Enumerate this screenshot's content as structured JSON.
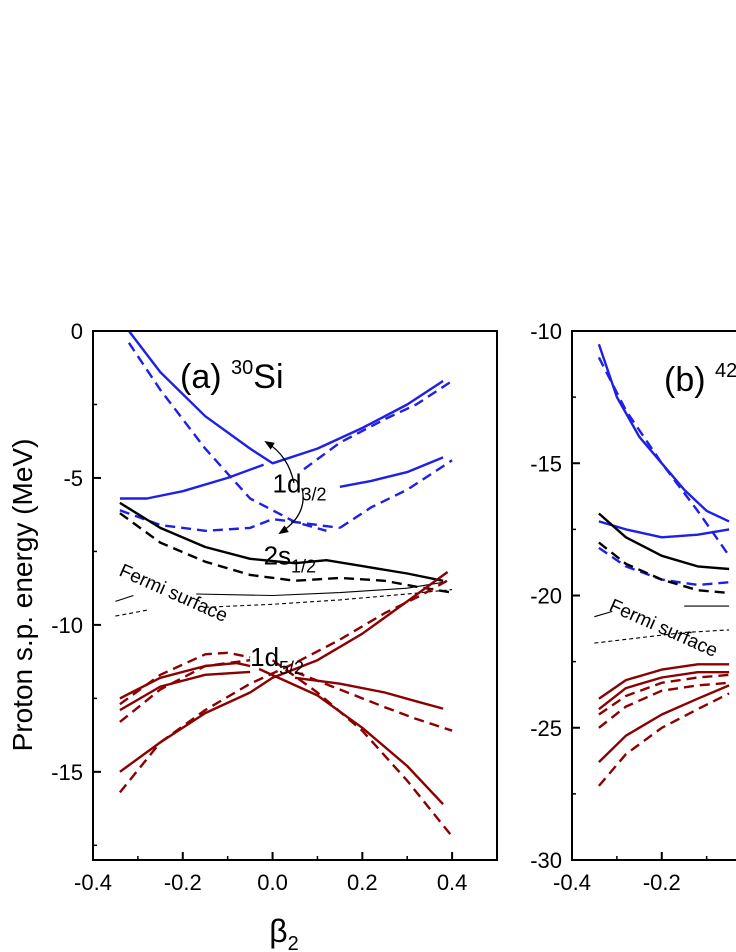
{
  "ylabel": "Proton s.p. energy (MeV)",
  "xlabel_base": "β",
  "xlabel_sub": "2",
  "colors": {
    "blue": "#1f1fe6",
    "black": "#000000",
    "red": "#8b0000"
  },
  "chart_data": [
    {
      "type": "line",
      "panel_label": "(a)",
      "nucleus": {
        "mass": "30",
        "symbol": "Si"
      },
      "xlim": [
        -0.4,
        0.5
      ],
      "ylim": [
        -18,
        0
      ],
      "xticks": [
        -0.4,
        -0.2,
        0.0,
        0.2,
        0.4
      ],
      "xtick_labels": [
        "-0.4",
        "-0.2",
        "0.0",
        "0.2",
        "0.4"
      ],
      "yticks": [
        0,
        -5,
        -10,
        -15
      ],
      "ytick_labels": [
        "0",
        "-5",
        "-10",
        "-15"
      ],
      "annotations": [
        {
          "text": "1d",
          "sub": "3/2",
          "x": 0.0,
          "y": -5.5
        },
        {
          "text": "2s",
          "sub": "1/2",
          "x": -0.02,
          "y": -7.95
        },
        {
          "text": "1d",
          "sub": "5/2",
          "x": -0.05,
          "y": -11.4
        }
      ],
      "fermi_label": "Fermi surface",
      "series": [
        {
          "color": "blue",
          "dash": false,
          "points": [
            [
              -0.32,
              0
            ],
            [
              -0.25,
              -1.4
            ],
            [
              -0.15,
              -2.9
            ],
            [
              -0.05,
              -4.0
            ],
            [
              0.0,
              -4.5
            ],
            [
              0.1,
              -4.0
            ],
            [
              0.2,
              -3.3
            ],
            [
              0.3,
              -2.5
            ],
            [
              0.38,
              -1.7
            ]
          ]
        },
        {
          "color": "blue",
          "dash": false,
          "points": [
            [
              -0.34,
              -5.7
            ],
            [
              -0.28,
              -5.7
            ],
            [
              -0.2,
              -5.45
            ],
            [
              -0.1,
              -5.0
            ],
            [
              -0.02,
              -4.55
            ]
          ]
        },
        {
          "color": "blue",
          "dash": false,
          "points": [
            [
              0.15,
              -5.3
            ],
            [
              0.22,
              -5.1
            ],
            [
              0.3,
              -4.8
            ],
            [
              0.38,
              -4.3
            ]
          ]
        },
        {
          "color": "blue",
          "dash": true,
          "points": [
            [
              -0.32,
              -0.4
            ],
            [
              -0.25,
              -2.0
            ],
            [
              -0.15,
              -4.0
            ],
            [
              -0.05,
              -5.7
            ],
            [
              0.05,
              -6.5
            ],
            [
              0.12,
              -6.8
            ]
          ]
        },
        {
          "color": "blue",
          "dash": true,
          "points": [
            [
              0.07,
              -4.7
            ],
            [
              0.15,
              -3.8
            ],
            [
              0.25,
              -3.0
            ],
            [
              0.32,
              -2.5
            ],
            [
              0.4,
              -1.7
            ]
          ]
        },
        {
          "color": "blue",
          "dash": true,
          "points": [
            [
              -0.34,
              -6.1
            ],
            [
              -0.25,
              -6.6
            ],
            [
              -0.15,
              -6.8
            ],
            [
              -0.05,
              -6.7
            ],
            [
              0.0,
              -6.4
            ],
            [
              0.05,
              -6.5
            ],
            [
              0.15,
              -6.7
            ]
          ]
        },
        {
          "color": "blue",
          "dash": true,
          "points": [
            [
              0.15,
              -6.7
            ],
            [
              0.22,
              -6.0
            ],
            [
              0.3,
              -5.4
            ],
            [
              0.4,
              -4.4
            ]
          ]
        },
        {
          "color": "black",
          "dash": false,
          "points": [
            [
              -0.34,
              -5.85
            ],
            [
              -0.25,
              -6.7
            ],
            [
              -0.15,
              -7.35
            ],
            [
              -0.05,
              -7.75
            ],
            [
              0.05,
              -7.9
            ],
            [
              0.12,
              -7.8
            ],
            [
              0.2,
              -8.0
            ],
            [
              0.3,
              -8.25
            ],
            [
              0.38,
              -8.5
            ]
          ]
        },
        {
          "color": "black",
          "dash": true,
          "points": [
            [
              -0.34,
              -6.2
            ],
            [
              -0.25,
              -7.2
            ],
            [
              -0.15,
              -7.85
            ],
            [
              -0.05,
              -8.3
            ],
            [
              0.05,
              -8.5
            ],
            [
              0.15,
              -8.4
            ],
            [
              0.25,
              -8.5
            ],
            [
              0.32,
              -8.7
            ],
            [
              0.4,
              -8.9
            ]
          ]
        },
        {
          "color": "black",
          "dash": false,
          "thin": true,
          "points": [
            [
              -0.35,
              -9.2
            ],
            [
              -0.31,
              -9.0
            ]
          ]
        },
        {
          "color": "black",
          "dash": false,
          "thin": true,
          "points": [
            [
              -0.17,
              -8.95
            ],
            [
              0.0,
              -9.0
            ],
            [
              0.15,
              -8.9
            ],
            [
              0.3,
              -8.75
            ],
            [
              0.38,
              -8.55
            ]
          ]
        },
        {
          "color": "black",
          "dash": true,
          "thin": true,
          "points": [
            [
              -0.35,
              -9.7
            ],
            [
              -0.28,
              -9.5
            ]
          ]
        },
        {
          "color": "black",
          "dash": true,
          "thin": true,
          "points": [
            [
              -0.15,
              -9.4
            ],
            [
              0.0,
              -9.3
            ],
            [
              0.15,
              -9.15
            ],
            [
              0.3,
              -8.95
            ],
            [
              0.4,
              -8.8
            ]
          ]
        },
        {
          "color": "red",
          "dash": false,
          "points": [
            [
              -0.34,
              -12.5
            ],
            [
              -0.25,
              -11.8
            ],
            [
              -0.15,
              -11.4
            ],
            [
              -0.08,
              -11.3
            ],
            [
              -0.05,
              -11.4
            ]
          ]
        },
        {
          "color": "red",
          "dash": false,
          "points": [
            [
              -0.34,
              -12.9
            ],
            [
              -0.25,
              -12.1
            ],
            [
              -0.15,
              -11.7
            ],
            [
              -0.05,
              -11.6
            ]
          ]
        },
        {
          "color": "red",
          "dash": false,
          "points": [
            [
              -0.34,
              -15.0
            ],
            [
              -0.25,
              -14.0
            ],
            [
              -0.15,
              -13.0
            ],
            [
              -0.05,
              -12.3
            ],
            [
              0.0,
              -11.8
            ],
            [
              0.1,
              -11.2
            ],
            [
              0.2,
              -10.3
            ],
            [
              0.3,
              -9.2
            ],
            [
              0.39,
              -8.2
            ]
          ]
        },
        {
          "color": "red",
          "dash": false,
          "points": [
            [
              0.05,
              -11.8
            ],
            [
              0.15,
              -12.0
            ],
            [
              0.25,
              -12.3
            ],
            [
              0.32,
              -12.6
            ],
            [
              0.38,
              -12.85
            ]
          ]
        },
        {
          "color": "red",
          "dash": false,
          "points": [
            [
              -0.03,
              -11.5
            ],
            [
              0.1,
              -12.4
            ],
            [
              0.2,
              -13.5
            ],
            [
              0.3,
              -14.8
            ],
            [
              0.38,
              -16.1
            ]
          ]
        },
        {
          "color": "red",
          "dash": true,
          "points": [
            [
              -0.34,
              -12.7
            ],
            [
              -0.25,
              -11.7
            ],
            [
              -0.15,
              -11.0
            ],
            [
              -0.1,
              -10.95
            ],
            [
              -0.05,
              -11.1
            ]
          ]
        },
        {
          "color": "red",
          "dash": true,
          "points": [
            [
              -0.34,
              -13.3
            ],
            [
              -0.25,
              -12.2
            ],
            [
              -0.15,
              -11.4
            ],
            [
              -0.05,
              -11.2
            ]
          ]
        },
        {
          "color": "red",
          "dash": true,
          "points": [
            [
              -0.34,
              -15.7
            ],
            [
              -0.25,
              -14.0
            ],
            [
              -0.15,
              -12.9
            ],
            [
              -0.05,
              -12.0
            ],
            [
              0.05,
              -11.3
            ],
            [
              0.15,
              -10.5
            ],
            [
              0.25,
              -9.6
            ],
            [
              0.33,
              -9.0
            ],
            [
              0.4,
              -8.4
            ]
          ]
        },
        {
          "color": "red",
          "dash": true,
          "points": [
            [
              0.05,
              -11.6
            ],
            [
              0.15,
              -12.2
            ],
            [
              0.25,
              -12.8
            ],
            [
              0.32,
              -13.2
            ],
            [
              0.4,
              -13.6
            ]
          ]
        },
        {
          "color": "red",
          "dash": true,
          "points": [
            [
              0.0,
              -11.2
            ],
            [
              0.1,
              -12.3
            ],
            [
              0.2,
              -13.6
            ],
            [
              0.3,
              -15.3
            ],
            [
              0.4,
              -17.2
            ]
          ]
        }
      ]
    },
    {
      "type": "line",
      "panel_label": "(b)",
      "nucleus": {
        "mass": "42",
        "symbol": ""
      },
      "xlim": [
        -0.4,
        0.5
      ],
      "ylim": [
        -30,
        -10
      ],
      "xticks": [
        -0.4,
        -0.2
      ],
      "xtick_labels": [
        "-0.4",
        "-0.2"
      ],
      "yticks": [
        -10,
        -15,
        -20,
        -25,
        -30
      ],
      "ytick_labels": [
        "-10",
        "-15",
        "-20",
        "-25",
        "-30"
      ],
      "annotations": [],
      "fermi_label": "Fermi surface",
      "series": [
        {
          "color": "blue",
          "dash": false,
          "points": [
            [
              -0.34,
              -10.5
            ],
            [
              -0.3,
              -12.5
            ],
            [
              -0.25,
              -14.0
            ],
            [
              -0.2,
              -15.0
            ],
            [
              -0.15,
              -16.0
            ],
            [
              -0.1,
              -16.8
            ],
            [
              -0.05,
              -17.2
            ]
          ]
        },
        {
          "color": "blue",
          "dash": false,
          "points": [
            [
              -0.34,
              -17.2
            ],
            [
              -0.28,
              -17.5
            ],
            [
              -0.2,
              -17.8
            ],
            [
              -0.12,
              -17.7
            ],
            [
              -0.05,
              -17.5
            ]
          ]
        },
        {
          "color": "blue",
          "dash": true,
          "points": [
            [
              -0.34,
              -11.0
            ],
            [
              -0.28,
              -13.0
            ],
            [
              -0.2,
              -15.0
            ],
            [
              -0.12,
              -16.8
            ],
            [
              -0.05,
              -18.5
            ]
          ]
        },
        {
          "color": "blue",
          "dash": true,
          "points": [
            [
              -0.34,
              -18.2
            ],
            [
              -0.28,
              -18.9
            ],
            [
              -0.2,
              -19.4
            ],
            [
              -0.12,
              -19.6
            ],
            [
              -0.05,
              -19.5
            ]
          ]
        },
        {
          "color": "black",
          "dash": false,
          "points": [
            [
              -0.34,
              -16.9
            ],
            [
              -0.28,
              -17.8
            ],
            [
              -0.2,
              -18.5
            ],
            [
              -0.12,
              -18.9
            ],
            [
              -0.05,
              -19.0
            ]
          ]
        },
        {
          "color": "black",
          "dash": true,
          "points": [
            [
              -0.34,
              -18.0
            ],
            [
              -0.28,
              -18.8
            ],
            [
              -0.2,
              -19.4
            ],
            [
              -0.12,
              -19.8
            ],
            [
              -0.05,
              -19.9
            ]
          ]
        },
        {
          "color": "black",
          "dash": false,
          "thin": true,
          "points": [
            [
              -0.35,
              -20.8
            ],
            [
              -0.31,
              -20.6
            ]
          ]
        },
        {
          "color": "black",
          "dash": false,
          "thin": true,
          "points": [
            [
              -0.15,
              -20.4
            ],
            [
              -0.05,
              -20.4
            ]
          ]
        },
        {
          "color": "black",
          "dash": true,
          "thin": true,
          "points": [
            [
              -0.35,
              -21.8
            ],
            [
              -0.25,
              -21.6
            ],
            [
              -0.15,
              -21.4
            ],
            [
              -0.05,
              -21.3
            ]
          ]
        },
        {
          "color": "red",
          "dash": false,
          "points": [
            [
              -0.34,
              -23.9
            ],
            [
              -0.28,
              -23.2
            ],
            [
              -0.2,
              -22.8
            ],
            [
              -0.12,
              -22.6
            ],
            [
              -0.05,
              -22.6
            ]
          ]
        },
        {
          "color": "red",
          "dash": false,
          "points": [
            [
              -0.34,
              -24.3
            ],
            [
              -0.28,
              -23.5
            ],
            [
              -0.2,
              -23.1
            ],
            [
              -0.12,
              -22.9
            ],
            [
              -0.05,
              -22.9
            ]
          ]
        },
        {
          "color": "red",
          "dash": false,
          "points": [
            [
              -0.34,
              -26.3
            ],
            [
              -0.28,
              -25.3
            ],
            [
              -0.2,
              -24.5
            ],
            [
              -0.12,
              -23.9
            ],
            [
              -0.05,
              -23.4
            ]
          ]
        },
        {
          "color": "red",
          "dash": true,
          "points": [
            [
              -0.34,
              -24.5
            ],
            [
              -0.28,
              -23.8
            ],
            [
              -0.2,
              -23.3
            ],
            [
              -0.12,
              -23.1
            ],
            [
              -0.05,
              -23.0
            ]
          ]
        },
        {
          "color": "red",
          "dash": true,
          "points": [
            [
              -0.34,
              -25.0
            ],
            [
              -0.28,
              -24.2
            ],
            [
              -0.2,
              -23.6
            ],
            [
              -0.12,
              -23.4
            ],
            [
              -0.05,
              -23.3
            ]
          ]
        },
        {
          "color": "red",
          "dash": true,
          "points": [
            [
              -0.34,
              -27.2
            ],
            [
              -0.28,
              -26.0
            ],
            [
              -0.2,
              -25.0
            ],
            [
              -0.12,
              -24.3
            ],
            [
              -0.05,
              -23.7
            ]
          ]
        }
      ]
    }
  ]
}
